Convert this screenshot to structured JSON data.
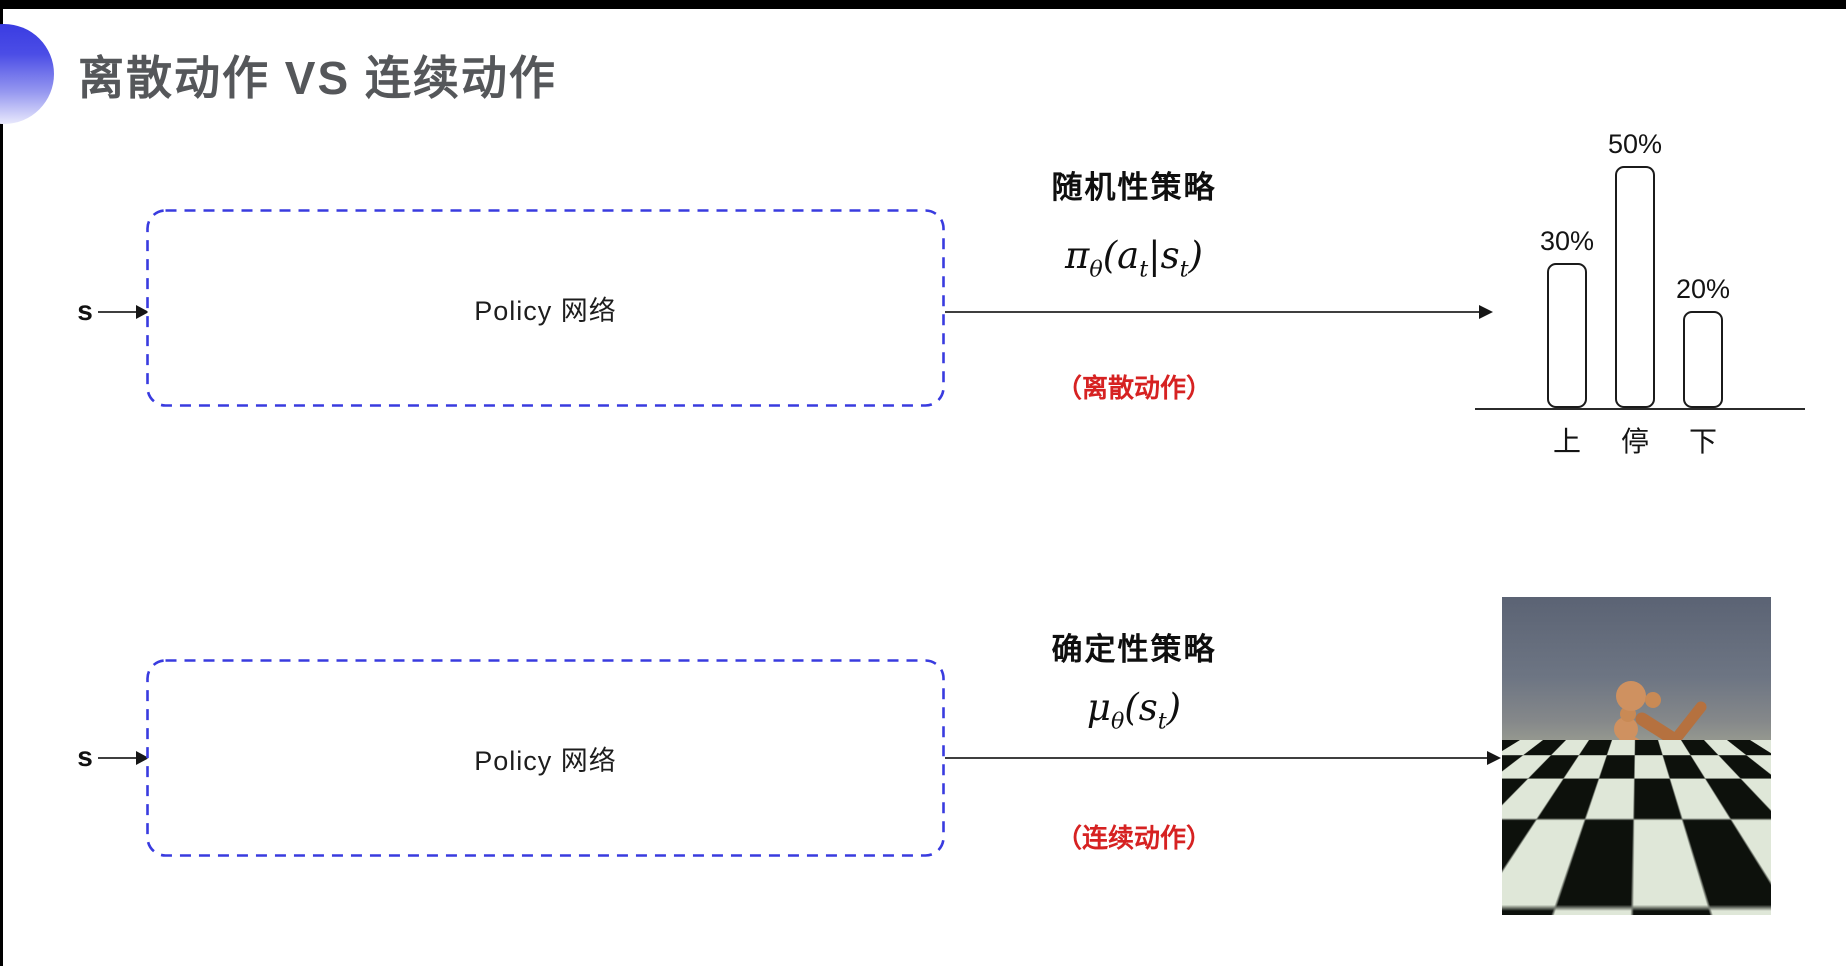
{
  "slide": {
    "title": "离散动作 VS 连续动作"
  },
  "row1": {
    "input_label": "s",
    "box_label": "Policy 网络",
    "policy_title": "随机性策略",
    "formula_parts": [
      "π",
      "θ",
      "(",
      "a",
      "t",
      "|",
      "s",
      "t",
      ")"
    ],
    "action_type": "（离散动作）"
  },
  "row2": {
    "input_label": "s",
    "box_label": "Policy 网络",
    "policy_title": "确定性策略",
    "formula_parts": [
      "μ",
      "θ",
      "(",
      "s",
      "t",
      ")"
    ],
    "action_type": "（连续动作）"
  },
  "chart_data": {
    "type": "bar",
    "categories": [
      "上",
      "停",
      "下"
    ],
    "values": [
      30,
      50,
      20
    ],
    "value_labels": [
      "30%",
      "50%",
      "20%"
    ],
    "ylim": [
      0,
      60
    ],
    "grid": false,
    "legend": false
  },
  "colors": {
    "box_dash_blue": "#393bdf",
    "action_note_red": "#d62222",
    "title_gray": "#55575a",
    "bar_outline": "#1b1b1b"
  }
}
